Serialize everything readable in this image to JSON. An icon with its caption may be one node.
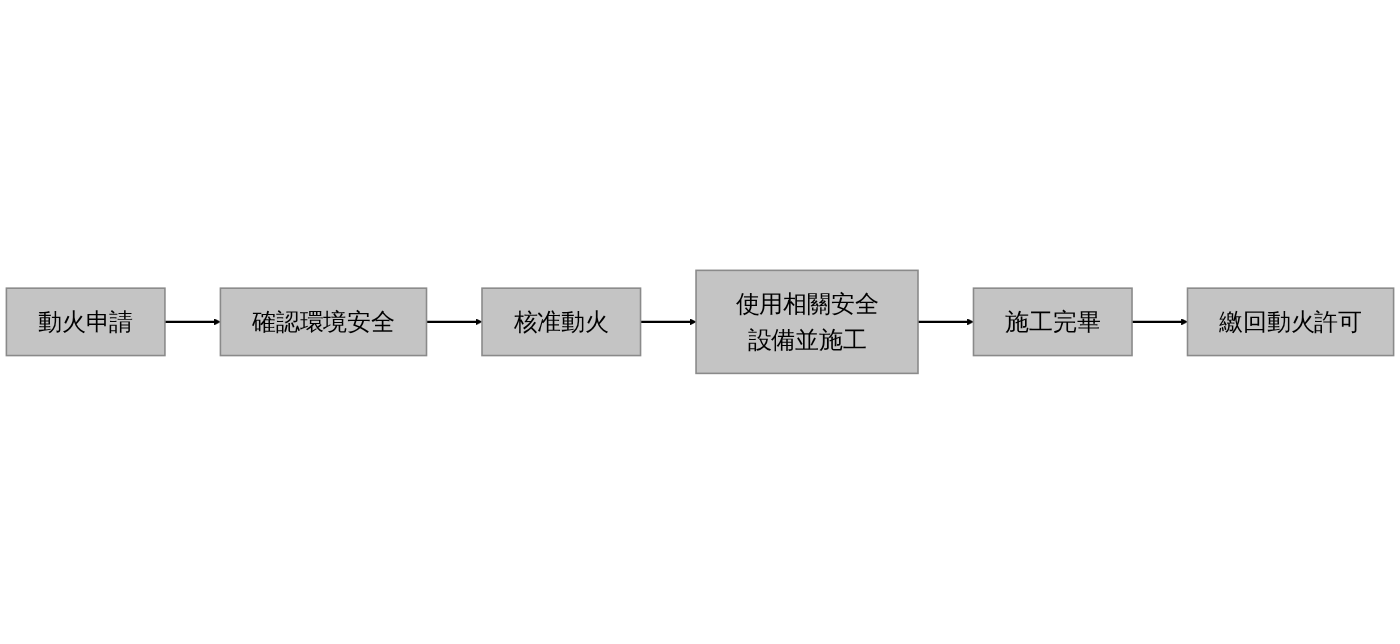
{
  "diagram": {
    "nodes": [
      {
        "text": [
          "動火申請"
        ]
      },
      {
        "text": [
          "確認環境安全"
        ]
      },
      {
        "text": [
          "核准動火"
        ]
      },
      {
        "text": [
          "使用相關安全設備並施工"
        ]
      },
      {
        "text": [
          "施工完畢"
        ]
      },
      {
        "text": [
          "繳回動火許可"
        ]
      }
    ],
    "edges": [
      {
        "from": 0,
        "to": 1,
        "arrow": "to"
      },
      {
        "from": 1,
        "to": 2,
        "arrow": "to"
      },
      {
        "from": 2,
        "to": 3,
        "arrow": "to"
      },
      {
        "from": 3,
        "to": 4,
        "arrow": "to"
      },
      {
        "from": 4,
        "to": 5,
        "arrow": "to"
      }
    ]
  }
}
